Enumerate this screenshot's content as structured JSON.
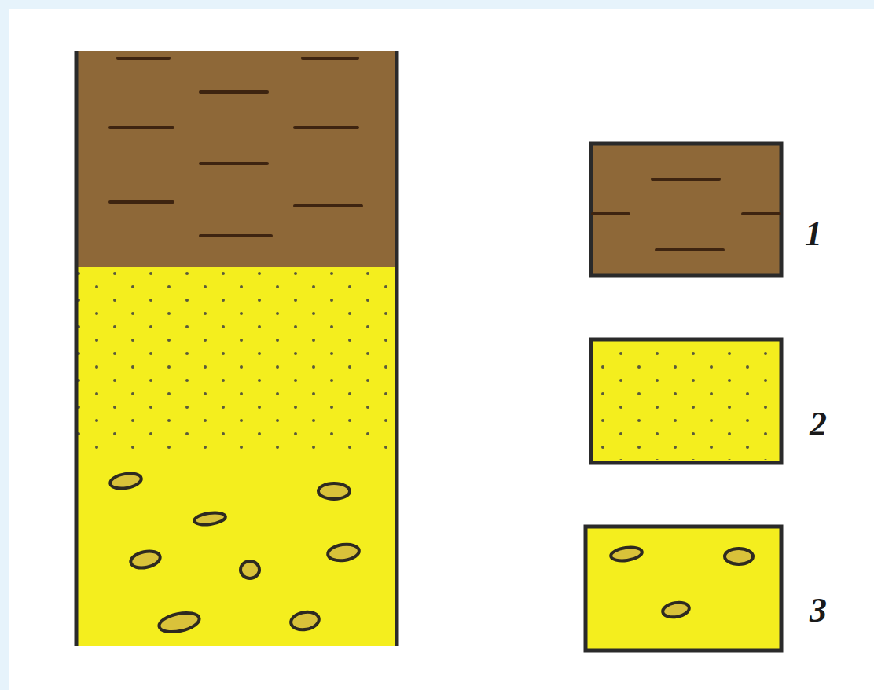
{
  "diagram": {
    "legend": [
      {
        "text": "1"
      },
      {
        "text": "2"
      },
      {
        "text": "3"
      }
    ]
  }
}
